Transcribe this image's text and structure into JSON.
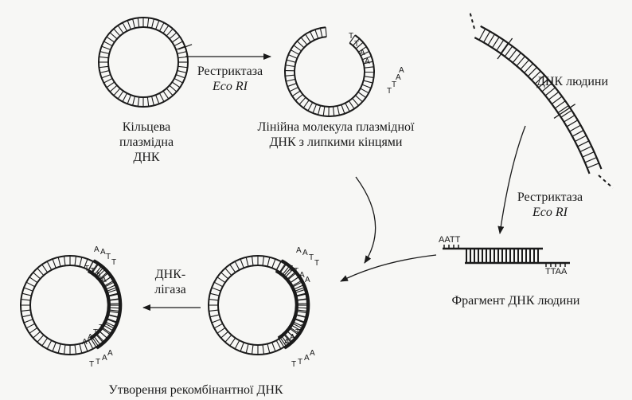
{
  "labels": {
    "circular_line1": "Кільцева",
    "circular_line2": "плазмідна",
    "circular_line3": "ДНК",
    "restriction_top": "Рестриктаза",
    "enzyme_top": "Eco RI",
    "linear_line1": "Лінійна молекула плазмідної",
    "linear_line2": "ДНК з липкими кінцями",
    "human_dna": "ДНК людини",
    "restriction_right": "Рестриктаза",
    "enzyme_right": "Eco RI",
    "fragment_caption": "Фрагмент ДНК людини",
    "ligase_line1": "ДНК-",
    "ligase_line2": "лігаза",
    "recombinant_caption": "Утворення рекомбінантної ДНК"
  },
  "sticky_ends": {
    "fragment_left": "AATT",
    "fragment_right": "TTAA",
    "bases": [
      "T",
      "T",
      "A",
      "A"
    ]
  },
  "colors": {
    "ink": "#1a1a1a",
    "background": "#f7f7f5"
  }
}
